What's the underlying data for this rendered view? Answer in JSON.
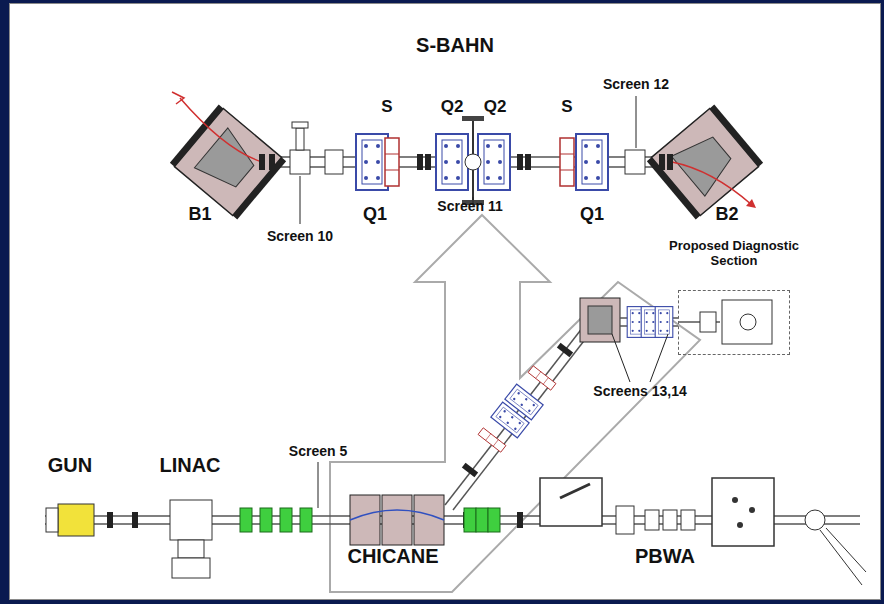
{
  "diagram": {
    "nodes": [
      {
        "text": [
          "Proposed Diagnostic Section"
        ]
      }
    ],
    "labels": [
      "S-BAHN",
      "Screen 12",
      "S",
      "Q2",
      "Q2",
      "S",
      "B1",
      "Q1",
      "Screen 11",
      "Q1",
      "B2",
      "Screen 10",
      "Screens 13,14",
      "GUN",
      "LINAC",
      "Screen 5",
      "CHICANE",
      "PBWA"
    ]
  }
}
